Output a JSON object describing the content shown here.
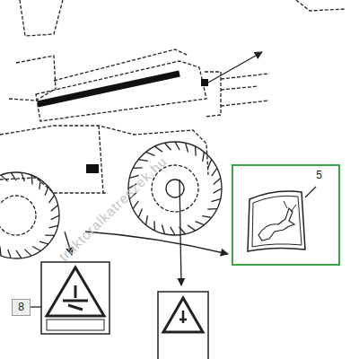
{
  "diagram": {
    "nodes": [
      {
        "text": [
          "5"
        ]
      },
      {
        "text": [
          "8"
        ]
      }
    ],
    "labels": [
      "traktoralkatreszek.hu"
    ]
  }
}
